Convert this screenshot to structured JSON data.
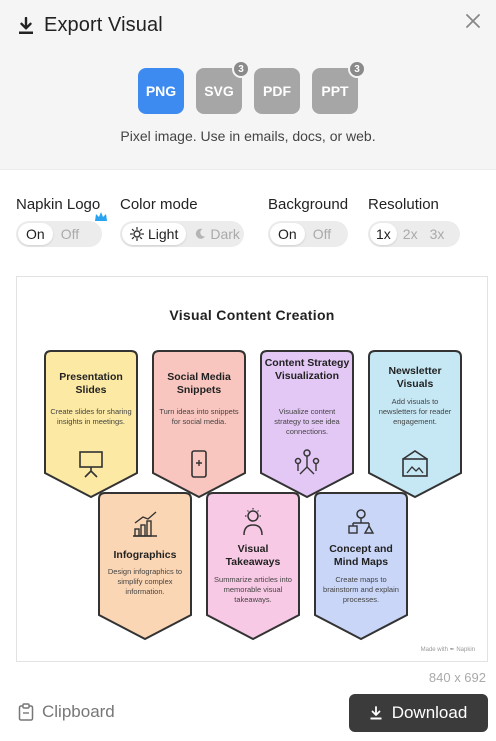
{
  "header": {
    "title": "Export Visual"
  },
  "formats": [
    {
      "label": "PNG",
      "active": true,
      "badge": ""
    },
    {
      "label": "SVG",
      "active": false,
      "badge": "3"
    },
    {
      "label": "PDF",
      "active": false,
      "badge": ""
    },
    {
      "label": "PPT",
      "active": false,
      "badge": "3"
    }
  ],
  "format_description": "Pixel image. Use in emails, docs, or web.",
  "options": {
    "logo": {
      "label": "Napkin Logo",
      "on": "On",
      "off": "Off"
    },
    "color_mode": {
      "label": "Color mode",
      "light": "Light",
      "dark": "Dark"
    },
    "background": {
      "label": "Background",
      "on": "On",
      "off": "Off"
    },
    "resolution": {
      "label": "Resolution",
      "r1": "1x",
      "r2": "2x",
      "r3": "3x"
    }
  },
  "preview": {
    "title": "Visual Content Creation",
    "made_with": "Made with ✒ Napkin",
    "cards": [
      {
        "title": "Presentation Slides",
        "desc": "Create slides for sharing insights in meetings.",
        "color": "#fbe9a4",
        "icon": "presentation-board-icon"
      },
      {
        "title": "Social Media Snippets",
        "desc": "Turn ideas into snippets for social media.",
        "color": "#f8c6bf",
        "icon": "phone-icon"
      },
      {
        "title": "Content Strategy Visualization",
        "desc": "Visualize content strategy to see idea connections.",
        "color": "#e3c8f5",
        "icon": "network-icon"
      },
      {
        "title": "Newsletter Visuals",
        "desc": "Add visuals to newsletters for reader engagement.",
        "color": "#c6e8f5",
        "icon": "envelope-image-icon"
      },
      {
        "title": "Infographics",
        "desc": "Design infographics to simplify complex information.",
        "color": "#fbd6b4",
        "icon": "bar-chart-icon"
      },
      {
        "title": "Visual Takeaways",
        "desc": "Summarize articles into memorable visual takeaways.",
        "color": "#f8c9e4",
        "icon": "lightbulb-person-icon"
      },
      {
        "title": "Concept and Mind Maps",
        "desc": "Create maps to brainstorm and explain processes.",
        "color": "#c9d6f8",
        "icon": "mind-map-icon"
      }
    ]
  },
  "dimensions": "840 x 692",
  "footer": {
    "clipboard": "Clipboard",
    "download": "Download"
  },
  "colors": {
    "accent": "#3d8bf0",
    "inactive_format": "#a6a6a6",
    "download_bg": "#3b3b3b"
  }
}
